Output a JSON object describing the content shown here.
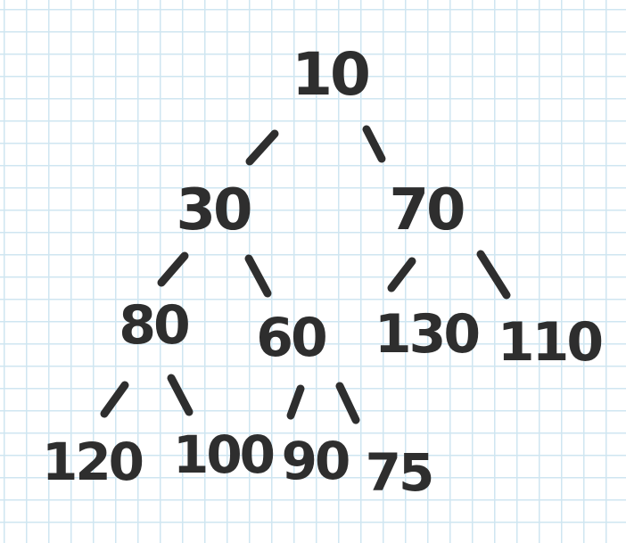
{
  "tree": {
    "nodes": [
      {
        "id": "n10",
        "label": "10"
      },
      {
        "id": "n30",
        "label": "30"
      },
      {
        "id": "n70",
        "label": "70"
      },
      {
        "id": "n80",
        "label": "80"
      },
      {
        "id": "n60",
        "label": "60"
      },
      {
        "id": "n130",
        "label": "130"
      },
      {
        "id": "n110",
        "label": "110"
      },
      {
        "id": "n120",
        "label": "120"
      },
      {
        "id": "n100",
        "label": "100"
      },
      {
        "id": "n90",
        "label": "90"
      },
      {
        "id": "n75",
        "label": "75"
      }
    ],
    "edges": [
      [
        "n10",
        "n30"
      ],
      [
        "n10",
        "n70"
      ],
      [
        "n30",
        "n80"
      ],
      [
        "n30",
        "n60"
      ],
      [
        "n70",
        "n130"
      ],
      [
        "n70",
        "n110"
      ],
      [
        "n80",
        "n120"
      ],
      [
        "n80",
        "n100"
      ],
      [
        "n60",
        "n90"
      ],
      [
        "n60",
        "n75"
      ]
    ]
  },
  "colors": {
    "ink": "#2e2e2e",
    "grid": "#cfe6f1",
    "paper": "#ffffff"
  }
}
